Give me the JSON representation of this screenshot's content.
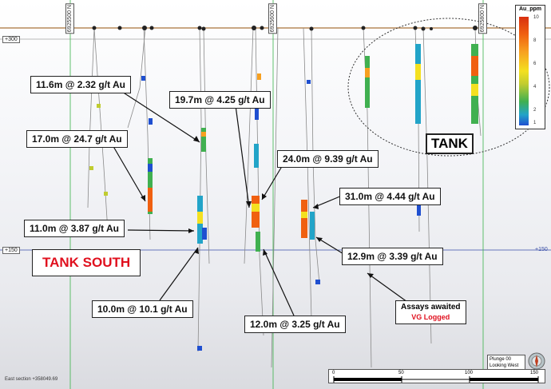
{
  "grid_labels": {
    "northing_1": "6925500 N",
    "northing_2": "6925600 N",
    "northing_3": "6925800 N",
    "elevation_top": "+300",
    "elevation_mid_left": "+150",
    "elevation_mid_right": "+150"
  },
  "callouts": {
    "c1": "11.6m @ 2.32 g/t Au",
    "c2": "19.7m @ 4.25 g/t Au",
    "c3": "17.0m @ 24.7 g/t Au",
    "c4": "24.0m @ 9.39 g/t Au",
    "c5": "31.0m @ 4.44 g/t Au",
    "c6": "11.0m @ 3.87 g/t Au",
    "c7": "12.9m @ 3.39 g/t Au",
    "c8": "10.0m @ 10.1 g/t Au",
    "c9": "12.0m @ 3.25 g/t Au"
  },
  "titles": {
    "tank": "TANK",
    "tank_south": "TANK SOUTH",
    "assays": "Assays awaited",
    "vg": "VG Logged"
  },
  "legend": {
    "title": "Au_ppm",
    "ticks": [
      "10",
      "8",
      "6",
      "4",
      "2",
      "1"
    ]
  },
  "view": {
    "plunge": "Plunge 00",
    "looking": "Looking West"
  },
  "scale": {
    "ticks": [
      "0",
      "50",
      "100",
      "150"
    ]
  },
  "section_label": "East section +358049.69",
  "colors": {
    "accent_red": "#e0101e",
    "grid_green": "#3ab34a",
    "grid_blue": "#3a4fa8"
  }
}
